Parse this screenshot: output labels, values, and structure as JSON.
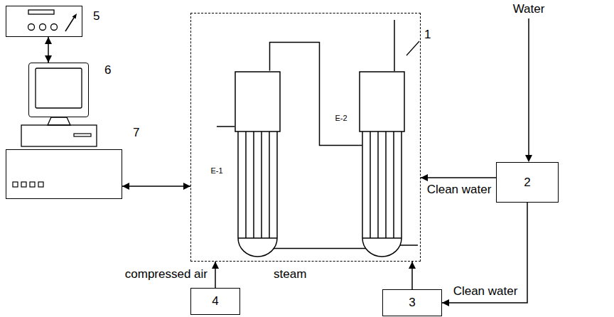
{
  "diagram": {
    "nodes": [
      {
        "text": [
          "5"
        ]
      },
      {
        "text": [
          "6"
        ]
      },
      {
        "text": [
          "7"
        ]
      },
      {
        "text": [
          "1"
        ]
      },
      {
        "text": [
          "E-1"
        ],
        "in": 3
      },
      {
        "text": [
          "E-2"
        ],
        "in": 3
      },
      {
        "text": [
          "2"
        ]
      },
      {
        "text": [
          "4"
        ]
      },
      {
        "text": [
          "3"
        ]
      }
    ],
    "edges": [
      {
        "from": 0,
        "to": 1,
        "arrow": "both"
      },
      {
        "from": 2,
        "to": 3,
        "arrow": "both"
      },
      {
        "from": 6,
        "to": 3,
        "arrow": "to",
        "label": "Clean water"
      },
      {
        "from": 6,
        "to": 8,
        "arrow": "to",
        "label": "Clean water"
      },
      {
        "from": 7,
        "to": 3,
        "arrow": "to",
        "label": "compressed air"
      },
      {
        "from": 8,
        "to": 3,
        "arrow": "to",
        "label": "steam"
      },
      {
        "from": 4,
        "to": 5,
        "arrow": "none"
      },
      {
        "from": 4,
        "to": 5,
        "arrow": "none"
      }
    ],
    "labels": [
      "Water"
    ]
  }
}
